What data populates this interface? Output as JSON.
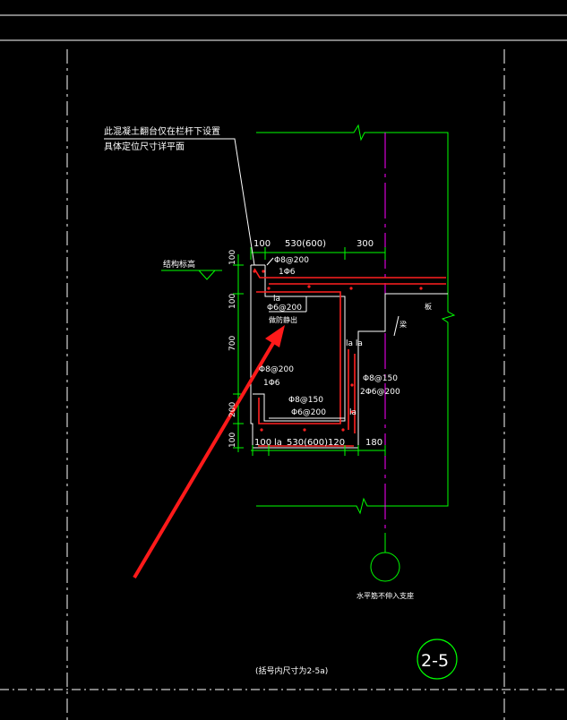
{
  "colors": {
    "background": "#000000",
    "white": "#ffffff",
    "green": "#00ff00",
    "magenta": "#ff00ff",
    "red": "#ff2020",
    "arrow": "#ff1a1a"
  },
  "notes": {
    "line1": "此混凝土翻台仅在栏杆下设置",
    "line2": "具体定位尺寸详平面"
  },
  "labels": {
    "structural_level": "结构标高",
    "top_dims": [
      "100",
      "530(600)",
      "300"
    ],
    "bottom_dims": [
      "100",
      "la",
      "530(600)",
      "120",
      "180"
    ],
    "left_dims": [
      "100",
      "100",
      "700",
      "200",
      "100"
    ],
    "rebar_top_1": "Φ8@200",
    "rebar_top_2": "1Φ6",
    "la_1": "la",
    "rebar_mid": "Φ6@200",
    "waterproof": "做防静出",
    "rebar_left_1": "Φ8@200",
    "rebar_left_2": "1Φ6",
    "rebar_bot_1": "Φ8@150",
    "rebar_bot_2": "Φ6@200",
    "la_right_pair": "la  la",
    "rebar_right_1": "Φ8@150",
    "rebar_right_2": "2Φ6@200",
    "la_bottom": "la",
    "slab_mark": "梁",
    "wall_mark": "板",
    "axis_note": "水平筋不伸入支座",
    "detail_no": "2-5",
    "caption": "(括号内尺寸为2-5a)"
  }
}
